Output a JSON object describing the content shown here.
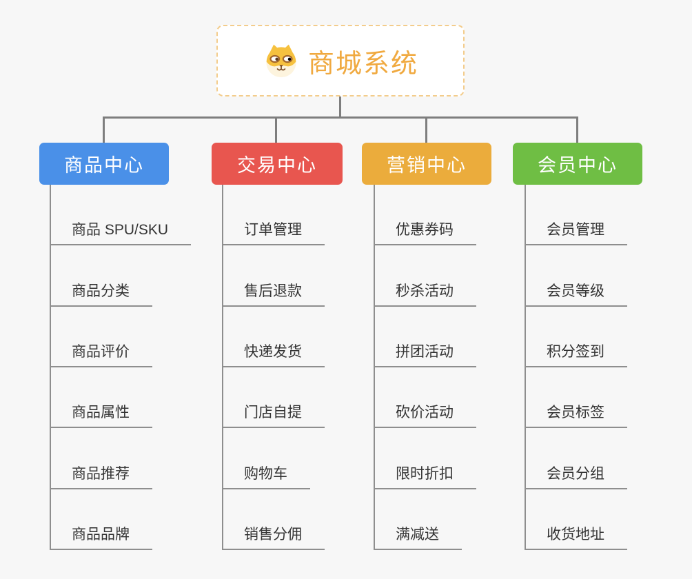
{
  "root": {
    "title": "商城系统",
    "icon": "dog-face-icon",
    "title_color": "#f0a93f",
    "border_color": "#f3cc8b",
    "background": "#ffffff"
  },
  "canvas": {
    "background": "#f7f7f7",
    "connector_color": "#7e7e7e",
    "leaf_line_color": "#8e8e8e",
    "leaf_text_color": "#333333"
  },
  "branches": [
    {
      "label": "商品中心",
      "color": "#4a90e8",
      "children": [
        "商品 SPU/SKU",
        "商品分类",
        "商品评价",
        "商品属性",
        "商品推荐",
        "商品品牌"
      ]
    },
    {
      "label": "交易中心",
      "color": "#e8564f",
      "children": [
        "订单管理",
        "售后退款",
        "快递发货",
        "门店自提",
        "购物车",
        "销售分佣"
      ]
    },
    {
      "label": "营销中心",
      "color": "#ebac3c",
      "children": [
        "优惠券码",
        "秒杀活动",
        "拼团活动",
        "砍价活动",
        "限时折扣",
        "满减送"
      ]
    },
    {
      "label": "会员中心",
      "color": "#6fbe44",
      "children": [
        "会员管理",
        "会员等级",
        "积分签到",
        "会员标签",
        "会员分组",
        "收货地址"
      ]
    }
  ]
}
